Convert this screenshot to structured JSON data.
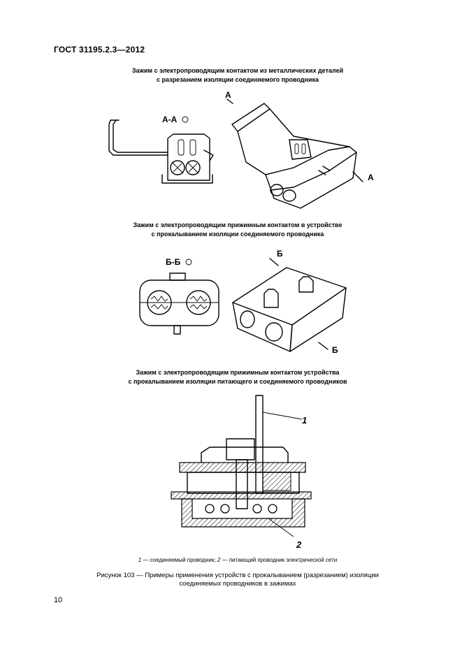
{
  "header": {
    "standard": "ГОСТ 31195.2.3—2012"
  },
  "section1": {
    "caption_line1": "Зажим с электропроводящим контактом из металлических деталей",
    "caption_line2": "с разрезанием изоляции соединяемого проводника",
    "section_label": "А-А",
    "cut_label_top": "А",
    "cut_label_bottom": "А"
  },
  "section2": {
    "caption_line1": "Зажим с электропроводящим прижимным контактом в устройстве",
    "caption_line2": "с прокалыванием изоляции соединяемого проводника",
    "section_label": "Б-Б",
    "cut_label_top": "Б",
    "cut_label_bottom": "Б"
  },
  "section3": {
    "caption_line1": "Зажим с электропроводящим прижимным контактом устройства",
    "caption_line2": "с прокалыванием изоляции питающего и соединяемого проводников",
    "callout_1": "1",
    "callout_2": "2"
  },
  "legend": {
    "num1": "1",
    "text1": " — соединяемый проводник; ",
    "num2": "2",
    "text2": " — питающий проводник электрической сети"
  },
  "figure": {
    "caption_line1": "Рисунок 103 — Примеры применения устройств с прокалыванием (разрезанием) изоляции",
    "caption_line2": "соединяемых проводников в зажимах"
  },
  "page_number": "10"
}
